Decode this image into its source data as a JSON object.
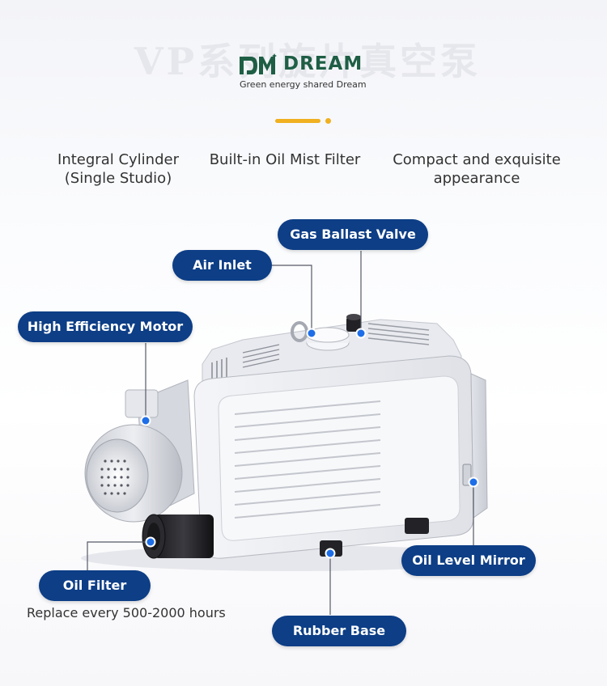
{
  "brand": {
    "name": "DREAM",
    "tagline": "Green energy shared Dream",
    "brand_color": "#1e5e45",
    "logo_icon": "dm-logo-icon"
  },
  "watermark_text": "VP系列旋片真空泵",
  "accent_color": "#f0b020",
  "features": [
    {
      "line1": "Integral Cylinder",
      "line2": "(Single Studio)"
    },
    {
      "line1": "Built-in Oil Mist Filter",
      "line2": ""
    },
    {
      "line1": "Compact and exquisite",
      "line2": "appearance"
    }
  ],
  "callouts": {
    "gas_ballast_valve": "Gas Ballast Valve",
    "air_inlet": "Air Inlet",
    "high_efficiency_motor": "High Efficiency Motor",
    "oil_filter": "Oil Filter",
    "oil_level_mirror": "Oil Level Mirror",
    "rubber_base": "Rubber Base"
  },
  "oil_filter_note": "Replace every 500-2000 hours",
  "callout_color": "#0d3e86",
  "marker_color": "#1e6ee8"
}
